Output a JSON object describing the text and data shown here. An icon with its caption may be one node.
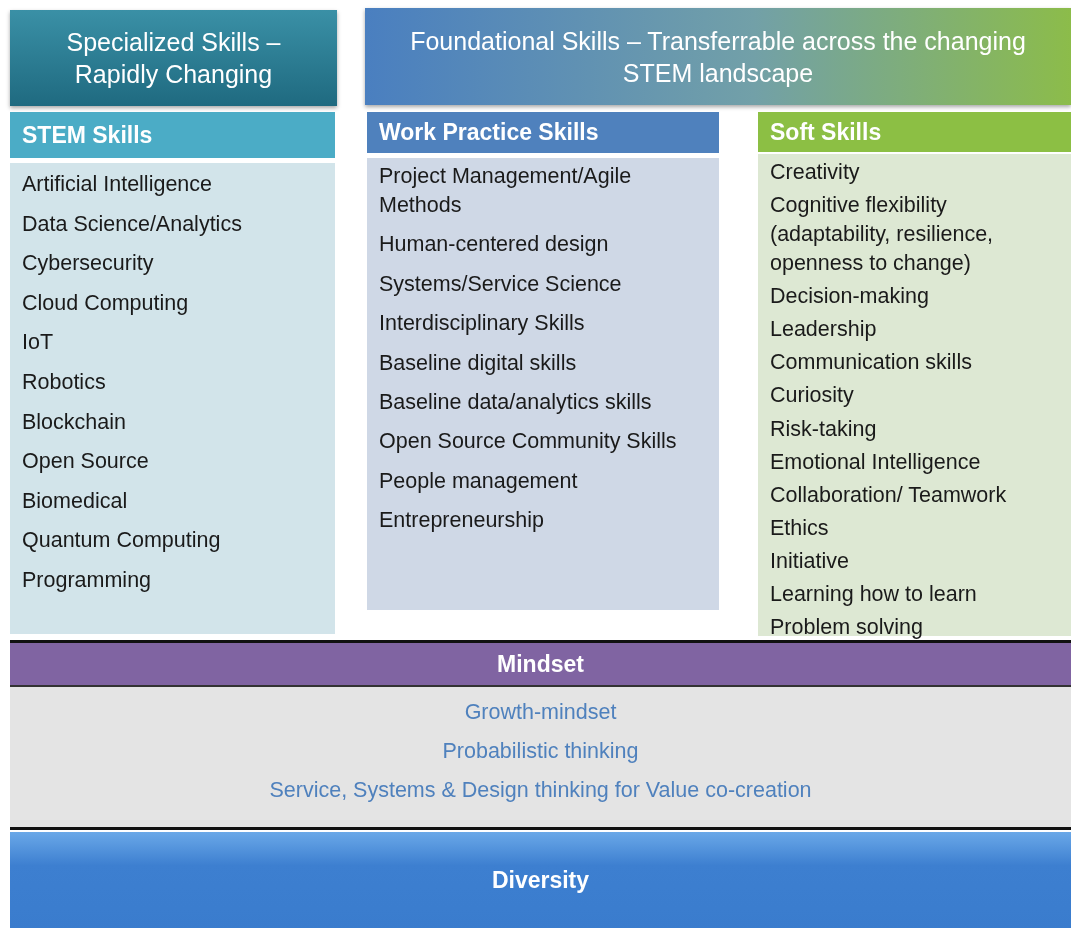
{
  "diagram": {
    "nodes": [
      {
        "text": [
          "Specialized Skills – Rapidly Changing"
        ]
      },
      {
        "text": [
          "Foundational Skills – Transferrable across the changing STEM landscape"
        ]
      },
      {
        "text": [
          "STEM Skills",
          "Artificial Intelligence",
          "Data Science/Analytics",
          "Cybersecurity",
          "Cloud Computing",
          "IoT",
          "Robotics",
          "Blockchain",
          "Open Source",
          "Biomedical",
          "Quantum Computing",
          "Programming"
        ]
      },
      {
        "text": [
          "Work Practice Skills",
          "Project Management/Agile Methods",
          "Human-centered design",
          "Systems/Service Science",
          "Interdisciplinary Skills",
          "Baseline digital skills",
          "Baseline data/analytics skills",
          "Open Source Community Skills",
          "People management",
          "Entrepreneurship"
        ]
      },
      {
        "text": [
          "Soft Skills",
          "Creativity",
          "Cognitive flexibility (adaptability, resilience, openness to change)",
          "Decision-making",
          "Leadership",
          "Communication skills",
          "Curiosity",
          "Risk-taking",
          "Emotional Intelligence",
          "Collaboration/ Teamwork",
          "Ethics",
          "Initiative",
          "Learning how to learn",
          "Problem solving"
        ]
      },
      {
        "text": [
          "Mindset",
          "Growth-mindset",
          "Probabilistic thinking",
          "Service, Systems  & Design thinking for Value co-creation"
        ]
      },
      {
        "text": [
          "Diversity"
        ]
      }
    ]
  }
}
